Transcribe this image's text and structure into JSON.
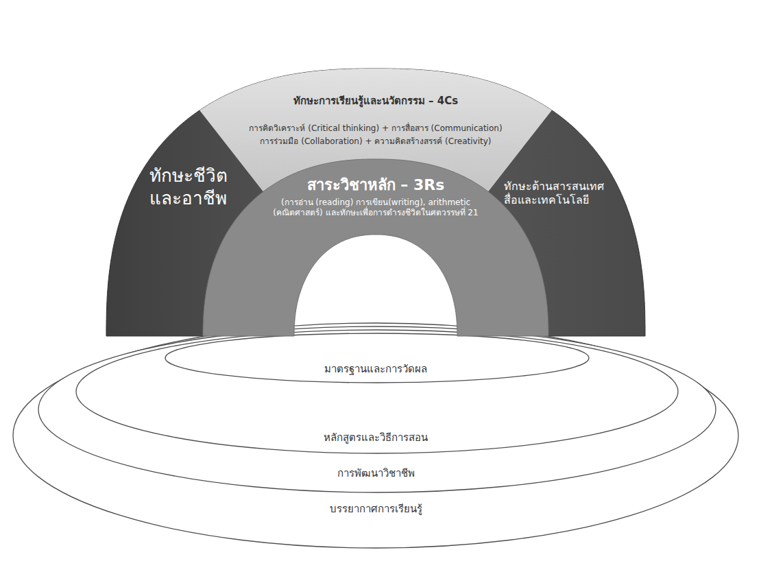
{
  "diagram": {
    "nodes": [
      {
        "text": [
          "ทักษะชีวิต และอาชีพ",
          "ทักษะด้านสารสนเทศ สื่อและเทคโนโลยี"
        ]
      },
      {
        "text": [
          "ทักษะการเรียนรู้และนวัตกรรม – 4Cs",
          "การคิดวิเคราะห์ (Critical thinking) + การสื่อสาร (Communication)",
          "การร่วมมือ (Collaboration) + ความคิดสร้างสรรค์ (Creativity)"
        ],
        "in": 0
      },
      {
        "text": [
          "สาระวิชาหลัก – 3Rs",
          "(การอ่าน (reading) การเขียน(writing), arithmetic (คณิตศาสตร์) และทักษะเพื่อการดำรงชีวิตในศตวรรษที่ 21"
        ],
        "in": 0
      },
      {
        "text": [
          "บรรยากาศการเรียนรู้"
        ]
      },
      {
        "text": [
          "การพัฒนาวิชาชีพ"
        ],
        "in": 3
      },
      {
        "text": [
          "หลักสูตรและวิธีการสอน"
        ],
        "in": 4
      },
      {
        "text": [
          "มาตรฐานและการวัดผล"
        ],
        "in": 5
      }
    ]
  }
}
